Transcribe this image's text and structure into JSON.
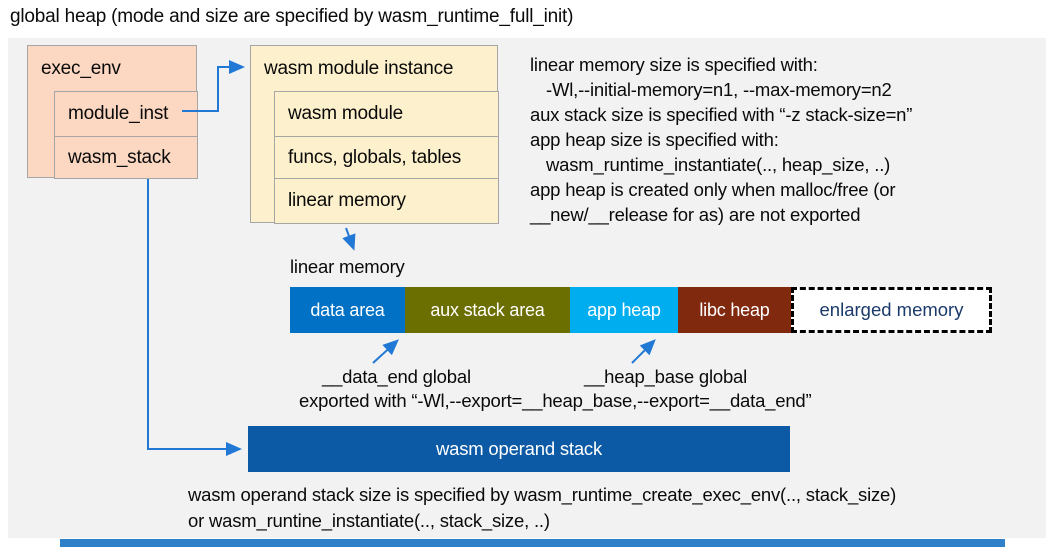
{
  "title": "global heap (mode and size are specified by wasm_runtime_full_init)",
  "colors": {
    "panel_bg": "#f2f2f2",
    "peach_box": "#fcd8c2",
    "cream_box": "#fdf0cc",
    "box_border": "#a6a6a6",
    "arrow_blue": "#2278d5",
    "data_area": "#0071c5",
    "aux_stack_area": "#6b6e00",
    "app_heap": "#00aef0",
    "libc_heap": "#80290f",
    "operand_stack": "#0c5aa5",
    "enlarged_memory_text": "#1b3a6b",
    "footer_bar": "#2e80c8"
  },
  "exec_env": {
    "title": "exec_env",
    "rows": [
      {
        "label": "module_inst"
      },
      {
        "label": "wasm_stack"
      }
    ]
  },
  "module_instance": {
    "title": "wasm module instance",
    "rows": [
      {
        "label": "wasm module"
      },
      {
        "label": "funcs, globals, tables"
      },
      {
        "label": "linear memory"
      }
    ]
  },
  "notes": {
    "lines": [
      {
        "text": "linear memory size is specified with:"
      },
      {
        "text": "-Wl,--initial-memory=n1, --max-memory=n2"
      },
      {
        "text": "aux stack size is specified with “-z stack-size=n”"
      },
      {
        "text": "app heap size is specified with:"
      },
      {
        "text": "wasm_runtime_instantiate(.., heap_size, ..)"
      },
      {
        "text": "app heap is created only when malloc/free (or"
      },
      {
        "text": "__new/__release for as) are not exported"
      }
    ]
  },
  "linear_memory": {
    "label": "linear memory",
    "segments": [
      {
        "label": "data area"
      },
      {
        "label": "aux stack area"
      },
      {
        "label": "app heap"
      },
      {
        "label": "libc heap"
      },
      {
        "label": "enlarged memory"
      }
    ]
  },
  "globals_labels": {
    "data_end": "__data_end global",
    "heap_base": "__heap_base global",
    "exported": "exported with “-Wl,--export=__heap_base,--export=__data_end”"
  },
  "operand_stack": {
    "label": "wasm operand stack",
    "note_line1": "wasm operand stack size is specified by wasm_runtime_create_exec_env(.., stack_size)",
    "note_line2": "or wasm_runtine_instantiate(.., stack_size, ..)"
  }
}
